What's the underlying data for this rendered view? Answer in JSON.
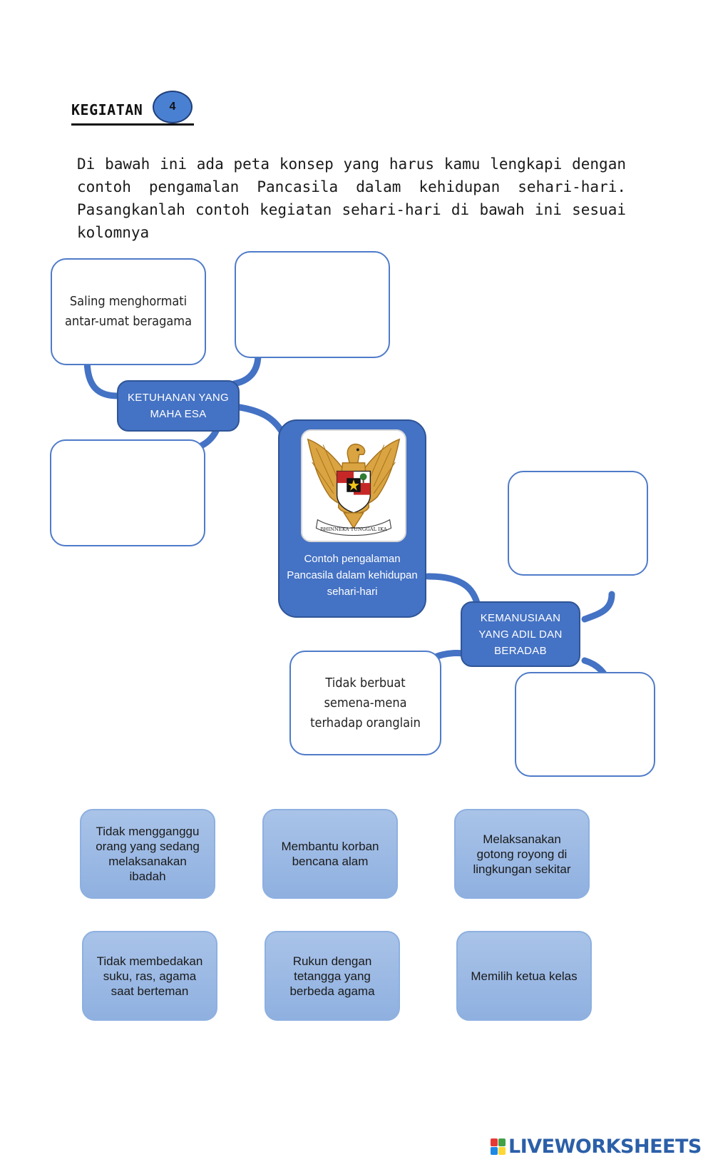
{
  "header": {
    "label": "KEGIATAN",
    "number": "4"
  },
  "instruction": "Di bawah ini ada peta konsep yang harus kamu lengkapi dengan contoh pengamalan Pancasila dalam kehidupan sehari-hari. Pasangkanlah contoh kegiatan sehari-hari di bawah ini sesuai kolomnya",
  "mindmap": {
    "center": {
      "caption": "Contoh pengalaman Pancasila dalam kehidupan sehari-hari",
      "emblem_motto": "BHINNEKA TUNGGAL IKA"
    },
    "branch1": {
      "label": "KETUHANAN YANG MAHA ESA",
      "example": "Saling menghormati antar-umat beragama"
    },
    "branch2": {
      "label": "KEMANUSIAAN YANG ADIL DAN BERADAB",
      "example": "Tidak berbuat semena-mena terhadap oranglain"
    }
  },
  "options": [
    {
      "text": "Tidak mengganggu orang yang sedang melaksanakan ibadah"
    },
    {
      "text": "Membantu korban bencana alam"
    },
    {
      "text": "Melaksanakan gotong royong di lingkungan sekitar"
    },
    {
      "text": "Tidak membedakan suku, ras, agama saat berteman"
    },
    {
      "text": "Rukun dengan tetangga yang berbeda agama"
    },
    {
      "text": "Memilih ketua kelas"
    }
  ],
  "branding": {
    "name": "LIVEWORKSHEETS"
  },
  "colors": {
    "node_blue": "#4472c4",
    "option_blue": "#9ebbe6",
    "box_border": "#4f7bc9",
    "brand_blue": "#2b5fa8"
  }
}
